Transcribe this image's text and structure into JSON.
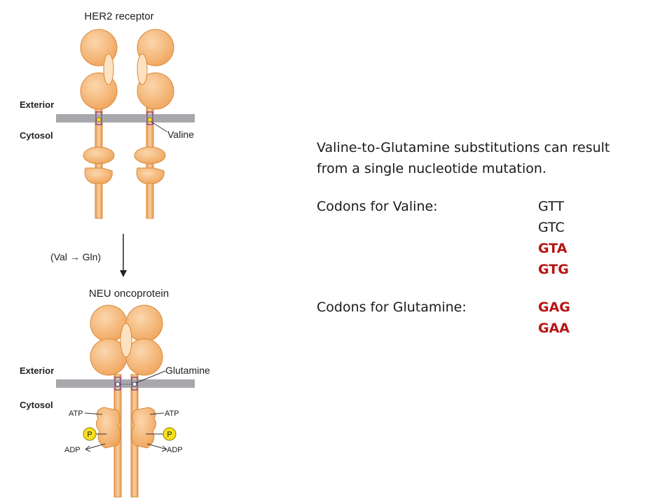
{
  "diagram": {
    "top_title": "HER2 receptor",
    "bottom_title": "NEU oncoprotein",
    "exterior_label": "Exterior",
    "cytosol_label": "Cytosol",
    "valine_label": "Valine",
    "glutamine_label": "Glutamine",
    "mutation_label": "(Val → Gln)",
    "atp_label": "ATP",
    "adp_label": "ADP",
    "phosphate_label": "P",
    "colors": {
      "domain_fill": "#f4b97a",
      "domain_stroke": "#d98a3a",
      "membrane": "#a8a8ac",
      "phosphate": "#f5e11c",
      "tm_segment": "#8e4d8e"
    }
  },
  "text": {
    "intro_line1": "Valine-to-Glutamine substitutions can result",
    "intro_line2": "from a single nucleotide mutation.",
    "valine": {
      "label": "Codons for Valine:",
      "codons": [
        {
          "text": "GTT",
          "highlight": false
        },
        {
          "text": "GTC",
          "highlight": false
        },
        {
          "text": "GTA",
          "highlight": true
        },
        {
          "text": "GTG",
          "highlight": true
        }
      ]
    },
    "glutamine": {
      "label": "Codons for Glutamine:",
      "codons": [
        {
          "text": "GAG",
          "highlight": true
        },
        {
          "text": "GAA",
          "highlight": true
        }
      ]
    },
    "highlight_color": "#b81414"
  }
}
